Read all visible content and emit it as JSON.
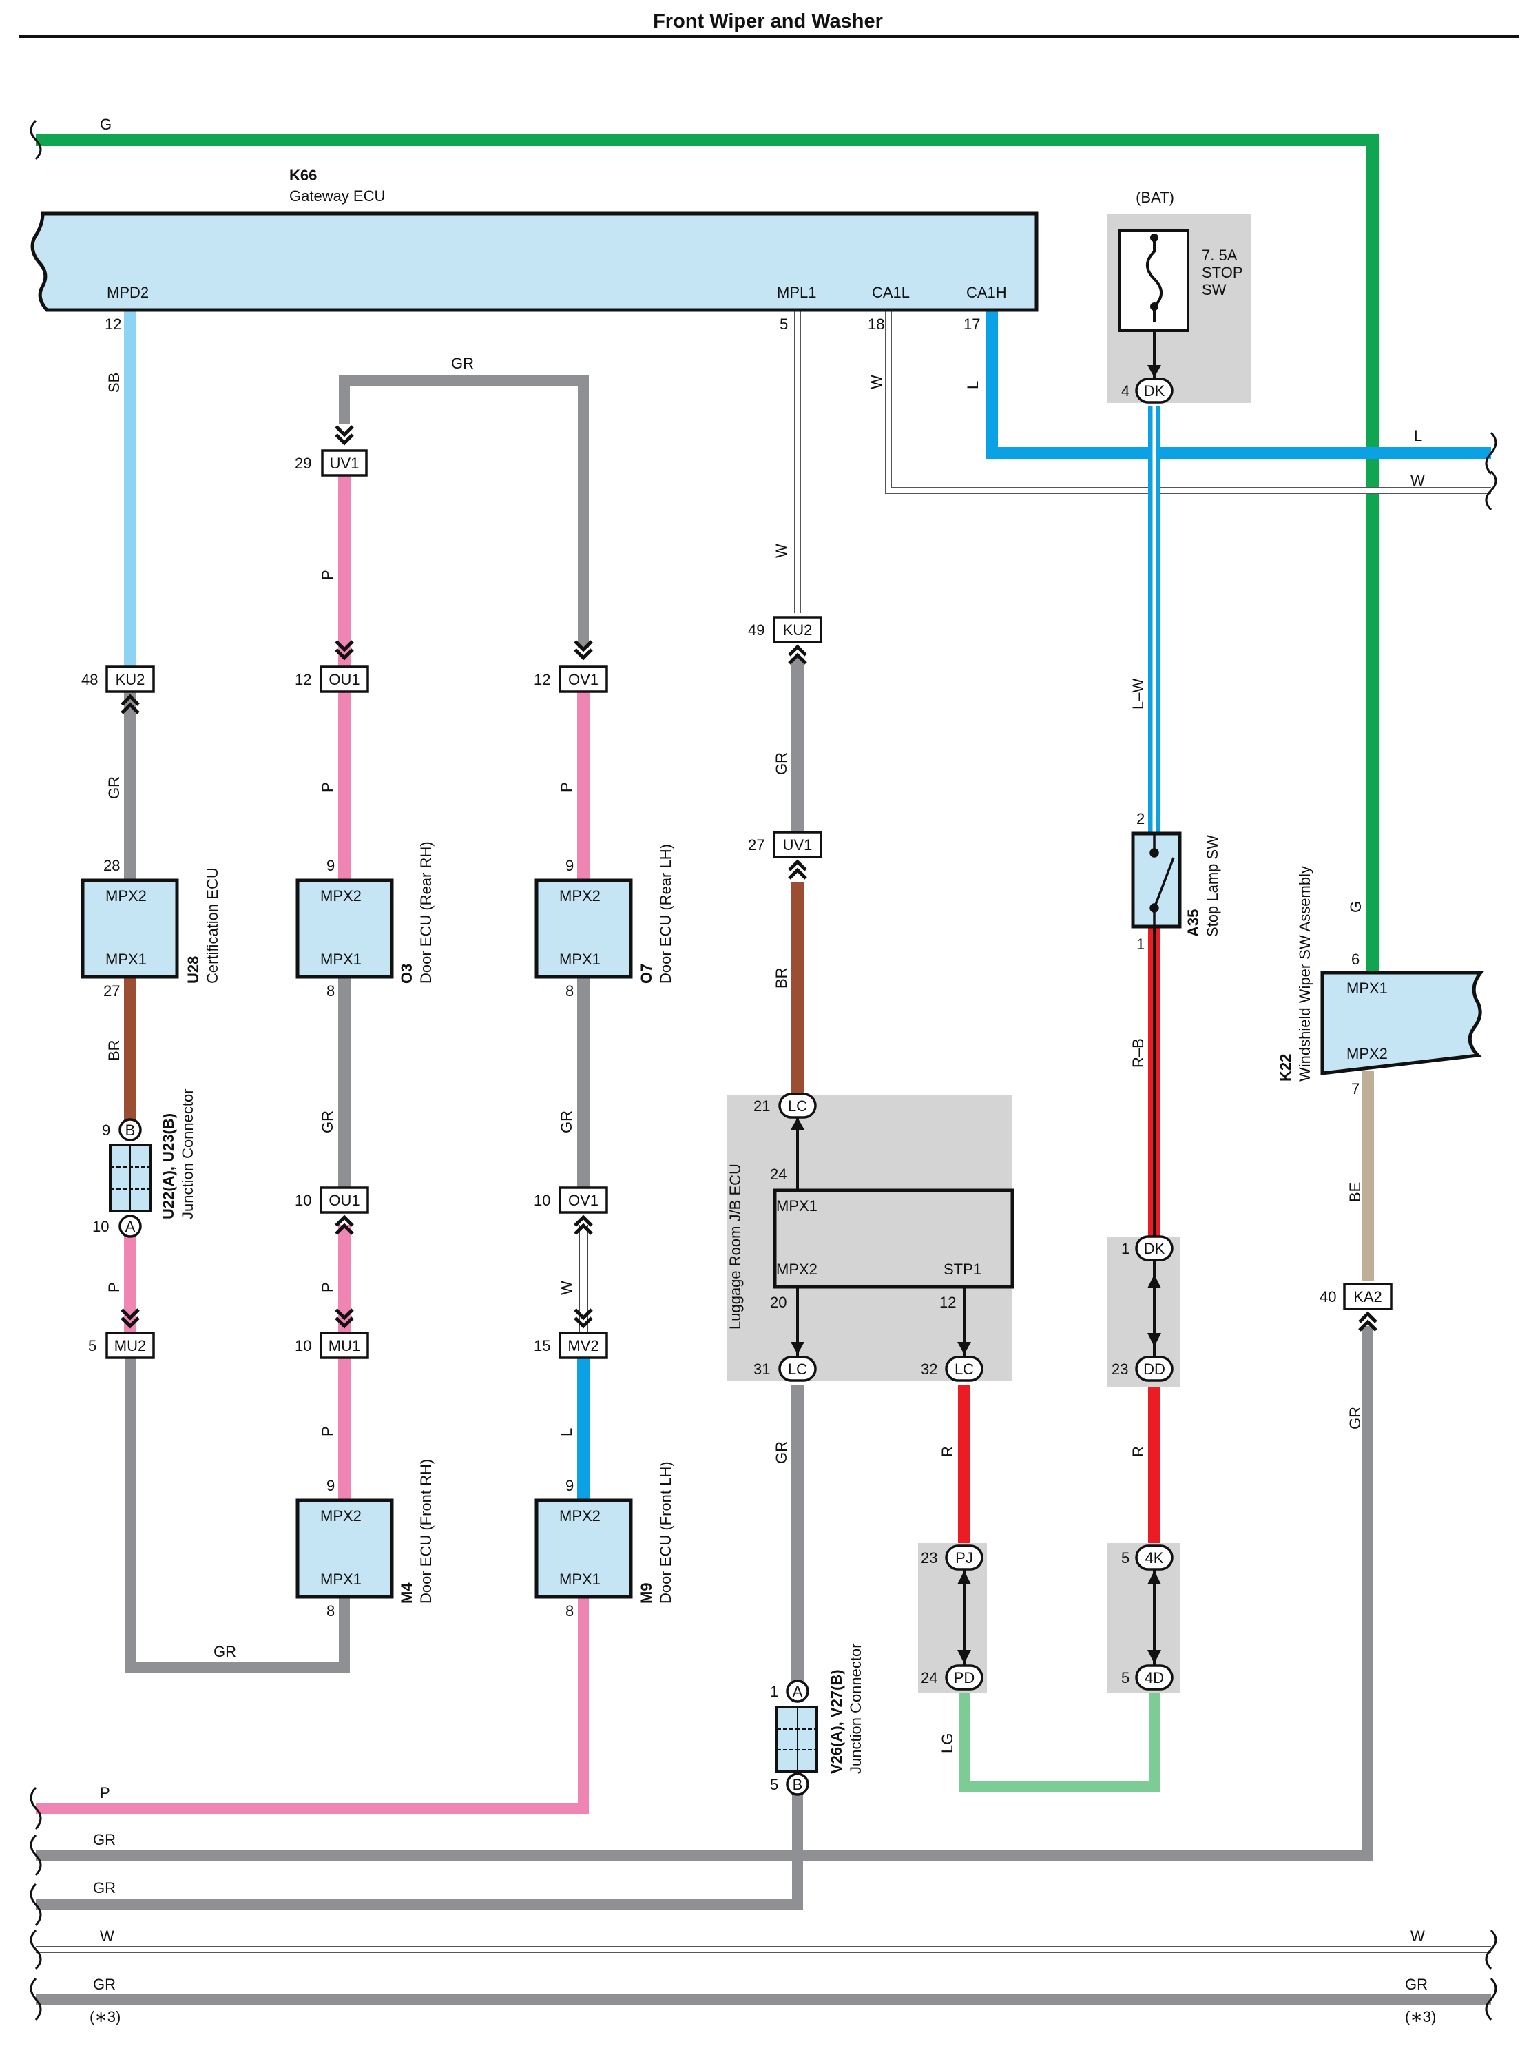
{
  "title": "Front Wiper and Washer",
  "colors": {
    "G": "#10a550",
    "SB": "#8fd3f4",
    "GR": "#8e9093",
    "P": "#ef85b3",
    "BR": "#9c4e33",
    "L": "#0aa2e4",
    "R": "#ec1c24",
    "LG": "#7dcb95",
    "BE": "#bfae98",
    "W": "#ffffff",
    "ecu_fill": "#c5e5f5",
    "jb_fill": "#d4d4d4"
  },
  "components": {
    "k66": {
      "code": "K66",
      "name": "Gateway ECU",
      "pin_mpd2": "MPD2",
      "pin_mpl1": "MPL1",
      "pin_ca1l": "CA1L",
      "pin_ca1h": "CA1H",
      "n_mpd2": "12",
      "n_mpl1": "5",
      "n_ca1l": "18",
      "n_ca1h": "17"
    },
    "fuse": {
      "supply": "(BAT)",
      "rating": "7. 5A",
      "name1": "STOP",
      "name2": "SW"
    },
    "u28": {
      "code": "U28",
      "name": "Certification ECU",
      "top": "MPX2",
      "bottom": "MPX1",
      "pin_top": "28",
      "pin_bottom": "27"
    },
    "o3": {
      "code": "O3",
      "name": "Door ECU (Rear RH)",
      "top": "MPX2",
      "bottom": "MPX1",
      "pin_top": "9",
      "pin_bottom": "8"
    },
    "o7": {
      "code": "O7",
      "name": "Door ECU (Rear LH)",
      "top": "MPX2",
      "bottom": "MPX1",
      "pin_top": "9",
      "pin_bottom": "8"
    },
    "m4": {
      "code": "M4",
      "name": "Door ECU (Front RH)",
      "top": "MPX2",
      "bottom": "MPX1",
      "pin_top": "9",
      "pin_bottom": "8"
    },
    "m9": {
      "code": "M9",
      "name": "Door ECU (Front LH)",
      "top": "MPX2",
      "bottom": "MPX1",
      "pin_top": "9",
      "pin_bottom": "8"
    },
    "u22": {
      "code": "U22(A), U23(B)",
      "name": "Junction Connector",
      "pin_b": "9",
      "pin_a": "10",
      "letter_b": "B",
      "letter_a": "A"
    },
    "v26": {
      "code": "V26(A), V27(B)",
      "name": "Junction Connector",
      "pin_a": "1",
      "pin_b": "5",
      "letter_a": "A",
      "letter_b": "B"
    },
    "jb": {
      "name": "Luggage Room J/B ECU",
      "mpx1": "MPX1",
      "mpx2": "MPX2",
      "stp1": "STP1",
      "pin_mpx1": "24",
      "pin_mpx2": "20",
      "pin_stp1": "12"
    },
    "a35": {
      "code": "A35",
      "name": "Stop Lamp SW",
      "pin_top": "2",
      "pin_bottom": "1"
    },
    "k22": {
      "code": "K22",
      "name": "Windshield Wiper SW Assembly",
      "top": "MPX1",
      "bottom": "MPX2",
      "pin_top": "6",
      "pin_bottom": "7"
    }
  },
  "connectors": {
    "uv1_top": {
      "pin": "29",
      "name": "UV1"
    },
    "ku2_left": {
      "pin": "48",
      "name": "KU2"
    },
    "ou1_top": {
      "pin": "12",
      "name": "OU1"
    },
    "ov1_top": {
      "pin": "12",
      "name": "OV1"
    },
    "ku2_mid": {
      "pin": "49",
      "name": "KU2"
    },
    "uv1_mid": {
      "pin": "27",
      "name": "UV1"
    },
    "ou1_bot": {
      "pin": "10",
      "name": "OU1"
    },
    "ov1_bot": {
      "pin": "10",
      "name": "OV1"
    },
    "mu2": {
      "pin": "5",
      "name": "MU2"
    },
    "mu1": {
      "pin": "10",
      "name": "MU1"
    },
    "mv2": {
      "pin": "15",
      "name": "MV2"
    },
    "lc21": {
      "pin": "21",
      "name": "LC"
    },
    "lc31": {
      "pin": "31",
      "name": "LC"
    },
    "lc32": {
      "pin": "32",
      "name": "LC"
    },
    "dk4": {
      "pin": "4",
      "name": "DK"
    },
    "dk1": {
      "pin": "1",
      "name": "DK"
    },
    "dd23": {
      "pin": "23",
      "name": "DD"
    },
    "pj23": {
      "pin": "23",
      "name": "PJ"
    },
    "pd24": {
      "pin": "24",
      "name": "PD"
    },
    "k4_5": {
      "pin": "5",
      "name": "4K"
    },
    "d4_5": {
      "pin": "5",
      "name": "4D"
    },
    "ka2": {
      "pin": "40",
      "name": "KA2"
    }
  },
  "wire_labels": {
    "top_g": "G",
    "sb": "SB",
    "gr_top_loop": "GR",
    "p_uv1": "P",
    "w_mpl1": "W",
    "w_ca1l": "W",
    "l_ca1h": "L",
    "l_right": "L",
    "w_right": "W",
    "w_ku2": "W",
    "gr_left": "GR",
    "p_ou1": "P",
    "p_ov1": "P",
    "gr_ku2": "GR",
    "lw": "L–W",
    "g_k22": "G",
    "br_u28": "BR",
    "br_uv1": "BR",
    "rb": "R–B",
    "gr_o3": "GR",
    "gr_o7": "GR",
    "be": "BE",
    "p_u22": "P",
    "p_mu1": "P",
    "w_mv2": "W",
    "l_mv2": "L",
    "gr_lc31": "GR",
    "r_lc32": "R",
    "r_dd": "R",
    "gr_ka2": "GR",
    "gr_m4_bottom": "GR",
    "lg": "LG",
    "bottom_p": "P",
    "bottom_gr1": "GR",
    "bottom_gr2": "GR",
    "bottom_w_left": "W",
    "bottom_w_right": "W",
    "bottom_gr3_left": "GR",
    "bottom_gr3_right": "GR",
    "note_left": "(∗3)",
    "note_right": "(∗3)"
  }
}
